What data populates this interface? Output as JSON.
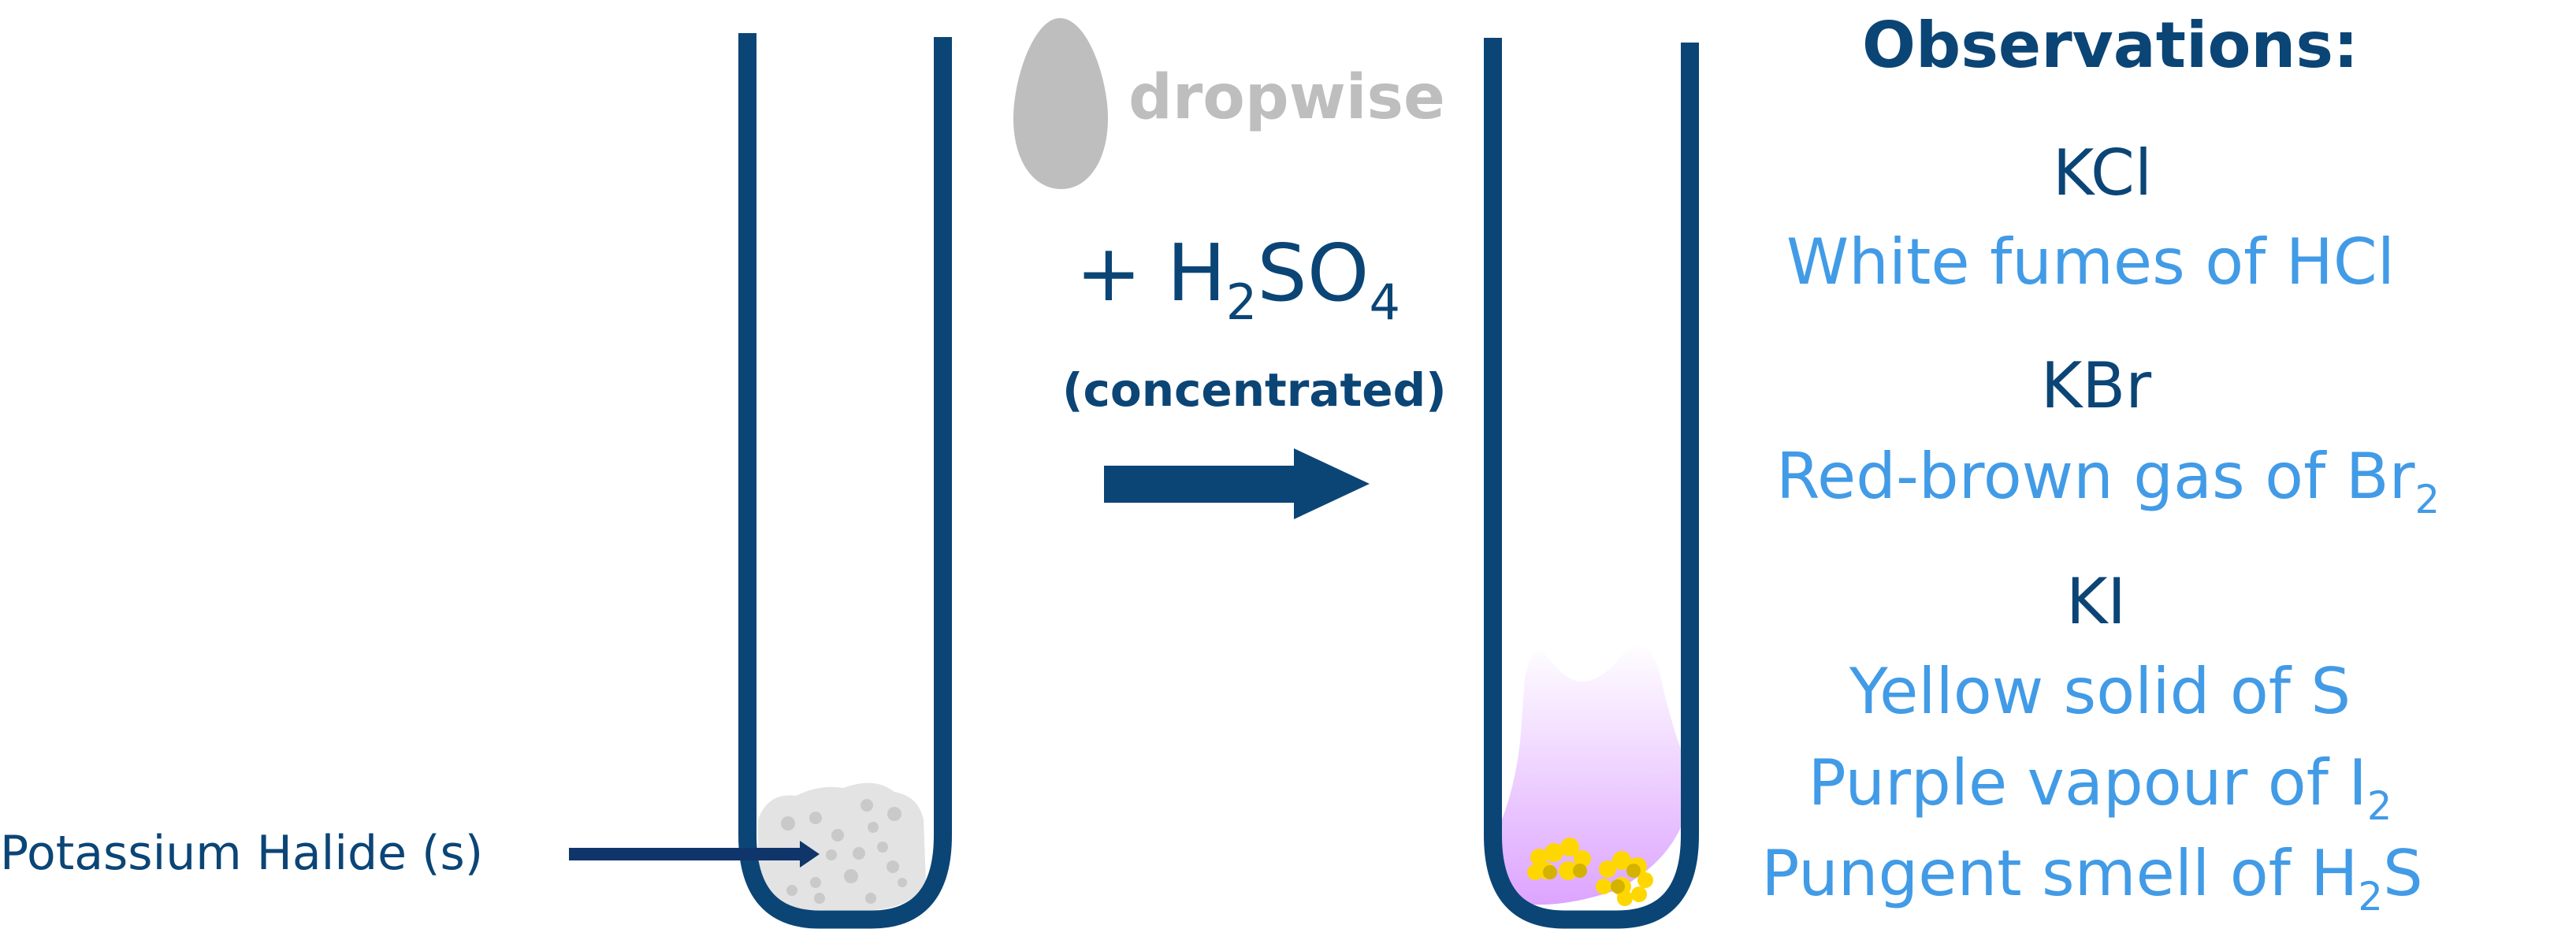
{
  "colors": {
    "tube": "#0b4576",
    "label_arrow": "#0f356b",
    "heading": "#0b4576",
    "observation": "#429be6",
    "drop": "#bebebe",
    "powder": "#e3e3e3",
    "powder_dark": "#c9c9c9",
    "vapour": "#dda4ff",
    "sulfur": "#ffd700",
    "sulfur_dark": "#d4b200"
  },
  "left_label": {
    "text": "Potassium Halide (s)"
  },
  "reagent": {
    "drop_label": "dropwise",
    "plus": "+",
    "formula_parts": [
      "H",
      "2",
      "SO",
      "4"
    ],
    "condition": "(concentrated)"
  },
  "observations": {
    "heading": "Observations:",
    "groups": [
      {
        "salt": "KCl",
        "results": [
          {
            "text": "White fumes of HCl",
            "sub": "",
            "tail": ""
          }
        ]
      },
      {
        "salt": "KBr",
        "results": [
          {
            "text": "Red-brown gas of Br",
            "sub": "2",
            "tail": ""
          }
        ]
      },
      {
        "salt": "KI",
        "results": [
          {
            "text": "Yellow solid of S",
            "sub": "",
            "tail": ""
          },
          {
            "text": "Purple vapour of I",
            "sub": "2",
            "tail": ""
          },
          {
            "text": "Pungent smell of H",
            "sub": "2",
            "tail": "S"
          }
        ]
      }
    ]
  }
}
